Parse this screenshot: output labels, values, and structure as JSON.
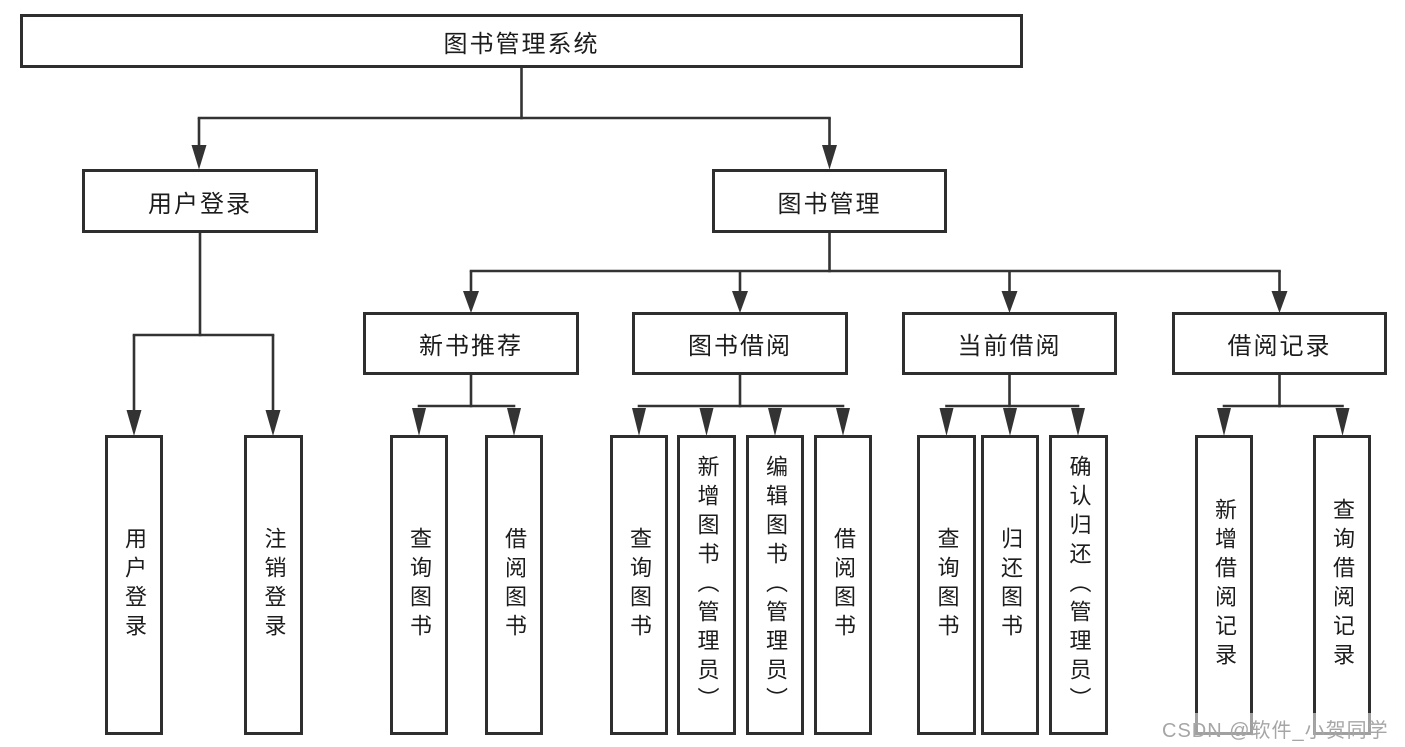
{
  "diagram": {
    "root": {
      "label": "图书管理系统"
    },
    "level2": [
      {
        "label": "用户登录"
      },
      {
        "label": "图书管理"
      }
    ],
    "level3": [
      {
        "label": "新书推荐"
      },
      {
        "label": "图书借阅"
      },
      {
        "label": "当前借阅"
      },
      {
        "label": "借阅记录"
      }
    ],
    "leaves": {
      "user_login": [
        "用户登录",
        "注销登录"
      ],
      "new_book": [
        "查询图书",
        "借阅图书"
      ],
      "book_borrow": [
        "查询图书",
        "新增图书（管理员）",
        "编辑图书（管理员）",
        "借阅图书"
      ],
      "current_borrow": [
        "查询图书",
        "归还图书",
        "确认归还（管理员）"
      ],
      "borrow_records": [
        "新增借阅记录",
        "查询借阅记录"
      ]
    }
  },
  "watermark": {
    "text": "CSDN @软件_小贺同学"
  },
  "colors": {
    "line": "#333333",
    "border": "#2e2e2e",
    "text": "#1c1c1c",
    "watermark": "#a6a6a6"
  }
}
